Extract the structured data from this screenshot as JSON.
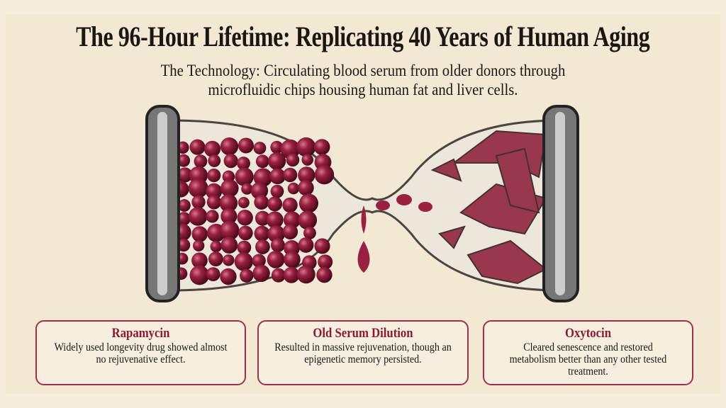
{
  "title": "The 96-Hour Lifetime: Replicating 40 Years of Human Aging",
  "subtitle_lines": [
    "The Technology: Circulating blood serum from older donors through",
    "microfluidic chips housing human fat and liver cells."
  ],
  "colors": {
    "accent": "#8b1a35",
    "background": "#f2e8d4",
    "text": "#1c1712"
  },
  "illustration": "hourglass-icon",
  "cards": [
    {
      "title": "Rapamycin",
      "body": "Widely used longevity drug showed almost no rejuvenative effect."
    },
    {
      "title": "Old Serum Dilution",
      "body": "Resulted in massive rejuvenation, though an epigenetic memory persisted."
    },
    {
      "title": "Oxytocin",
      "body": "Cleared senescence and restored metabolism better than any other tested treatment."
    }
  ]
}
